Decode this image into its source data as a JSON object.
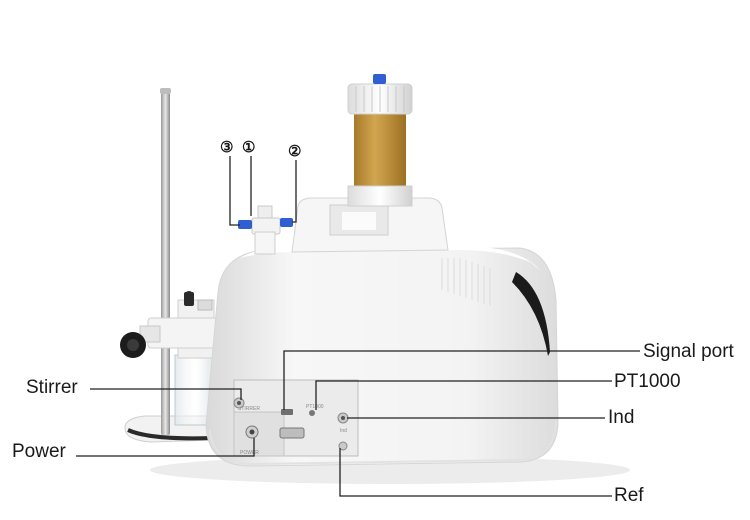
{
  "callouts": {
    "signal_port": "Signal port",
    "pt1000": "PT1000",
    "stirrer": "Stirrer",
    "ind": "Ind",
    "power": "Power",
    "ref": "Ref"
  },
  "port_numbers": {
    "port_3": "③",
    "port_1": "①",
    "port_2": "②"
  },
  "colors": {
    "body": "#f4f4f4",
    "reagent": "#c89a3f",
    "valve_blue": "#2f5fd0",
    "line": "#222222"
  }
}
